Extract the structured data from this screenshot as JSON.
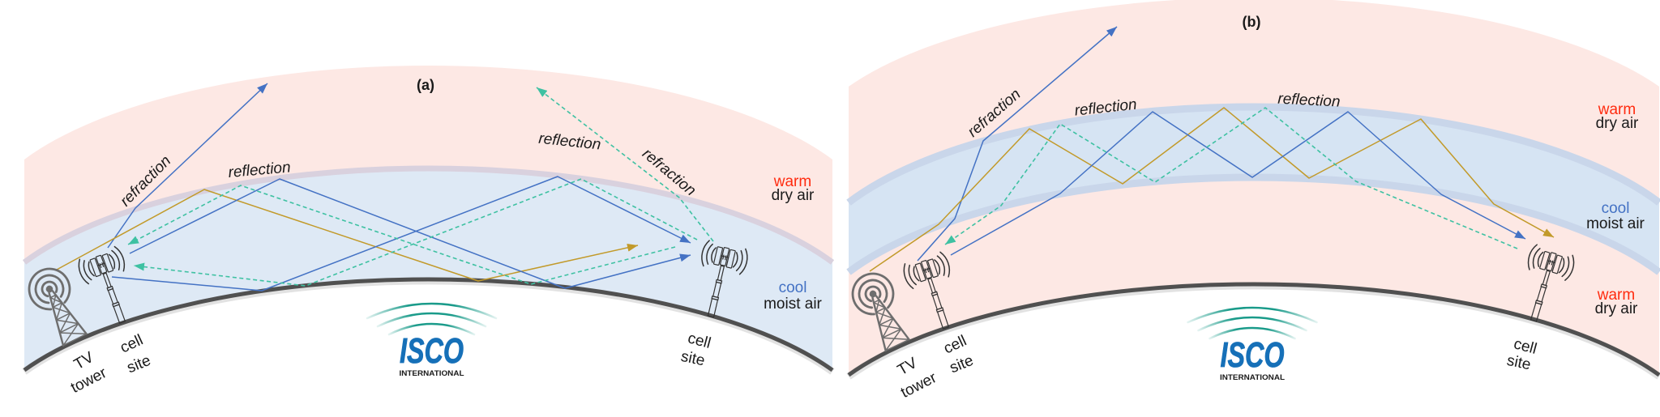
{
  "colors": {
    "warm-layer": "#fde8e4",
    "cool-layer-a": "#dee9f5",
    "cool-layer-b": "#d6e4f3",
    "boundary-a": "#d9d1de",
    "boundary-b": "#c9d6ea",
    "ground": "#505050",
    "text": "#1a1a1a",
    "warm-text": "#ff2b0f",
    "cool-text": "#4472c4",
    "ray-blue": "#4472c4",
    "ray-gold": "#c29a2a",
    "ray-teal": "#3ec1a2",
    "tv-icon": "#6e6e6e",
    "cell-icon": "#333333",
    "logo-blue": "#1670b8",
    "logo-teal": "#1a9b8a"
  },
  "panel_a": {
    "label": "(a)",
    "annotations": {
      "refraction_left": "refraction",
      "reflection_left": "reflection",
      "reflection_right": "reflection",
      "refraction_right": "refraction"
    },
    "layers": [
      {
        "temperature": "warm",
        "air": "dry air"
      },
      {
        "temperature": "cool",
        "air": "moist air"
      }
    ],
    "sites": {
      "tv_tower": [
        "TV",
        "tower"
      ],
      "cell_site_left": [
        "cell",
        "site"
      ],
      "cell_site_right": [
        "cell",
        "site"
      ]
    },
    "logo": {
      "brand": "ISCO",
      "tagline": "INTERNATIONAL"
    },
    "rays": [
      {
        "color": "#4472c4",
        "style": "solid"
      },
      {
        "color": "#c29a2a",
        "style": "solid"
      },
      {
        "color": "#4472c4",
        "style": "solid"
      },
      {
        "color": "#4472c4",
        "style": "solid"
      },
      {
        "color": "#3ec1a2",
        "style": "dashed"
      },
      {
        "color": "#3ec1a2",
        "style": "dashed"
      },
      {
        "color": "#3ec1a2",
        "style": "dashed"
      }
    ]
  },
  "panel_b": {
    "label": "(b)",
    "annotations": {
      "refraction": "refraction",
      "reflection_left": "reflection",
      "reflection_right": "reflection"
    },
    "layers": [
      {
        "temperature": "warm",
        "air": "dry air"
      },
      {
        "temperature": "cool",
        "air": "moist air"
      },
      {
        "temperature": "warm",
        "air": "dry air"
      }
    ],
    "sites": {
      "tv_tower": [
        "TV",
        "tower"
      ],
      "cell_site_left": [
        "cell",
        "site"
      ],
      "cell_site_right": [
        "cell",
        "site"
      ]
    },
    "logo": {
      "brand": "ISCO",
      "tagline": "INTERNATIONAL"
    },
    "rays": [
      {
        "color": "#4472c4",
        "style": "solid"
      },
      {
        "color": "#c29a2a",
        "style": "solid"
      },
      {
        "color": "#4472c4",
        "style": "solid"
      },
      {
        "color": "#3ec1a2",
        "style": "dashed"
      }
    ]
  }
}
